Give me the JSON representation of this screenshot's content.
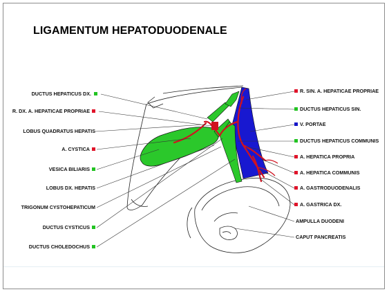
{
  "title": "LIGAMENTUM HEPATODUODENALE",
  "colors": {
    "green": "#22c322",
    "red": "#e0142a",
    "blue": "#1515c8",
    "liver_green": "#2bc82b",
    "portal_blue": "#1818d0"
  },
  "labels_left": [
    {
      "text": "DUCTUS HEPATICUS DX.",
      "marker": "green"
    },
    {
      "text": "R. DX. A. HEPATICAE PROPRIAE",
      "marker": "red"
    },
    {
      "text": "LOBUS QUADRATUS HEPATIS",
      "marker": "none"
    },
    {
      "text": "A. CYSTICA",
      "marker": "red"
    },
    {
      "text": "VESICA BILIARIS",
      "marker": "green"
    },
    {
      "text": "LOBUS DX. HEPATIS",
      "marker": "none"
    },
    {
      "text": "TRIGONUM CYSTOHEPATICUM",
      "marker": "none"
    },
    {
      "text": "DUCTUS CYSTICUS",
      "marker": "green"
    },
    {
      "text": "DUCTUS CHOLEDOCHUS",
      "marker": "green"
    }
  ],
  "labels_right": [
    {
      "text": "R. SIN. A. HEPATICAE PROPRIAE",
      "marker": "red"
    },
    {
      "text": "DUCTUS HEPATICUS SIN.",
      "marker": "green"
    },
    {
      "text": "V. PORTAE",
      "marker": "blue"
    },
    {
      "text": "DUCTUS HEPATICUS COMMUNIS",
      "marker": "green"
    },
    {
      "text": "A. HEPATICA PROPRIA",
      "marker": "red"
    },
    {
      "text": "A. HEPATICA COMMUNIS",
      "marker": "red"
    },
    {
      "text": "A. GASTRODUODENALIS",
      "marker": "red"
    },
    {
      "text": "A. GASTRICA DX.",
      "marker": "red"
    },
    {
      "text": "AMPULLA DUODENI",
      "marker": "none"
    },
    {
      "text": "CAPUT PANCREATIS",
      "marker": "none"
    }
  ]
}
